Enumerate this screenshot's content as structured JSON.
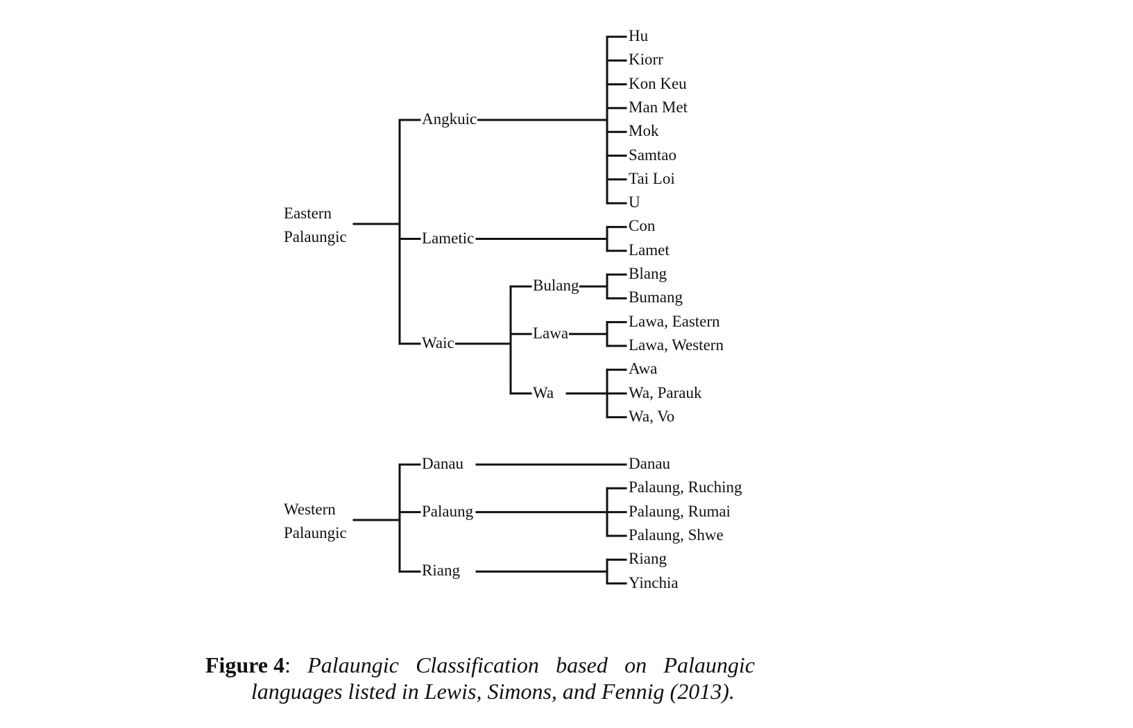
{
  "diagram": {
    "type": "tree",
    "groups": [
      {
        "label_lines": [
          "Eastern",
          "Palaungic"
        ],
        "branches": [
          {
            "label": "Angkuic",
            "leaves": [
              "Hu",
              "Kiorr",
              "Kon Keu",
              "Man Met",
              "Mok",
              "Samtao",
              "Tai Loi",
              "U"
            ]
          },
          {
            "label": "Lametic",
            "leaves": [
              "Con",
              "Lamet"
            ]
          },
          {
            "label": "Waic",
            "subbranches": [
              {
                "label": "Bulang",
                "leaves": [
                  "Blang",
                  "Bumang"
                ]
              },
              {
                "label": "Lawa",
                "leaves": [
                  "Lawa, Eastern",
                  "Lawa, Western"
                ]
              },
              {
                "label": "Wa",
                "leaves": [
                  "Awa",
                  "Wa, Parauk",
                  "Wa, Vo"
                ]
              }
            ]
          }
        ]
      },
      {
        "label_lines": [
          "Western",
          "Palaungic"
        ],
        "branches": [
          {
            "label": "Danau",
            "leaves": [
              "Danau"
            ]
          },
          {
            "label": "Palaung",
            "leaves": [
              "Palaung, Ruching",
              "Palaung, Rumai",
              "Palaung, Shwe"
            ]
          },
          {
            "label": "Riang",
            "leaves": [
              "Riang",
              "Yinchia"
            ]
          }
        ]
      }
    ]
  },
  "caption": {
    "label": "Figure 4",
    "separator": ":",
    "line1_words": [
      "Palaungic",
      "Classification",
      "based",
      "on",
      "Palaungic"
    ],
    "line2": "languages listed in Lewis, Simons, and Fennig (2013)."
  }
}
